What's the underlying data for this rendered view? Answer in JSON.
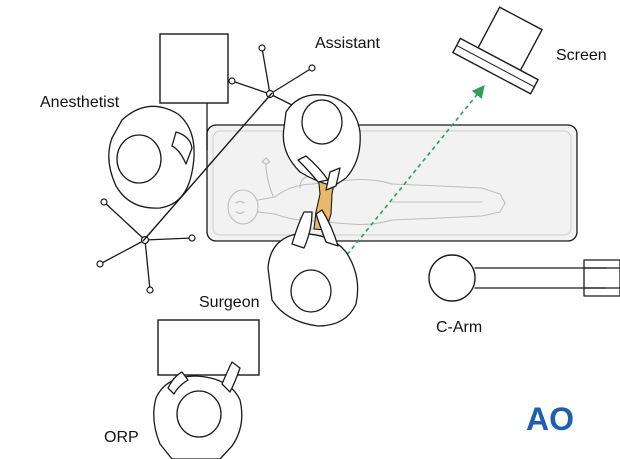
{
  "labels": {
    "assistant": "Assistant",
    "screen": "Screen",
    "anesthetist": "Anesthetist",
    "surgeon": "Surgeon",
    "c_arm": "C-Arm",
    "orp": "ORP"
  },
  "logo": {
    "text": "AO"
  },
  "colors": {
    "line": "#1a1a1a",
    "patient_outline": "#bdbdbd",
    "table_fill": "#f2f2f2",
    "sterile_drape": "#e8b96a",
    "beam_arrow": "#2e9e5b",
    "logo": "#1f5fb0"
  }
}
